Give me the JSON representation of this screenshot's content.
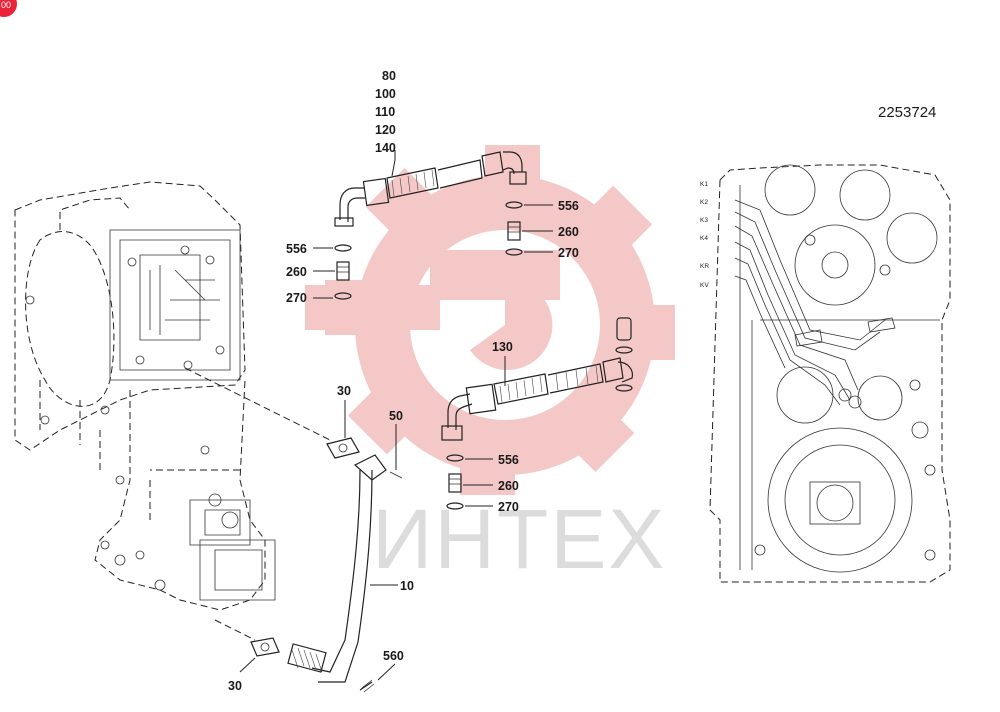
{
  "corner_badge": {
    "text": "00",
    "color": "#e8233a"
  },
  "document_number": "2253724",
  "watermark": {
    "text": "ИНТЕХ",
    "gear_color": "#f4c3c3",
    "text_color": "#dcdcdc"
  },
  "callouts": {
    "top_stack": [
      "80",
      "100",
      "110",
      "120",
      "140"
    ],
    "c130": "130",
    "c556_a": "556",
    "c260_a": "260",
    "c270_a": "270",
    "c556_b": "556",
    "c260_b": "260",
    "c270_b": "270",
    "c556_c": "556",
    "c260_c": "260",
    "c270_c": "270",
    "c30_top": "30",
    "c50": "50",
    "c10": "10",
    "c30_bottom": "30",
    "c560": "560"
  },
  "valve_tags": [
    "K1",
    "K2",
    "K3",
    "K4",
    "KR",
    "KV"
  ]
}
